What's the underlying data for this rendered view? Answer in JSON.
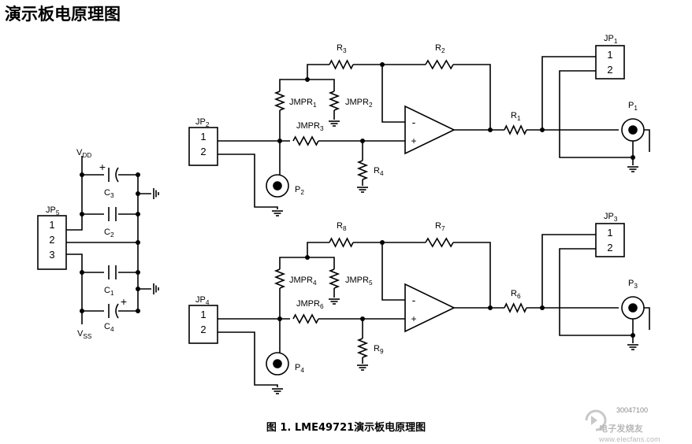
{
  "title": "演示板电原理图",
  "caption": "图 1. LME49721演示板电原理图",
  "watermark": {
    "brand": "电子发烧友",
    "site": "www.elecfans.com",
    "note": "30047100"
  },
  "power": {
    "connector": "JP5",
    "pins": [
      "1",
      "2",
      "3"
    ],
    "vdd": "VDD",
    "vss": "VSS",
    "caps": [
      "C3",
      "C2",
      "C1",
      "C4"
    ]
  },
  "channels": [
    {
      "name": "upper",
      "input_jack": "JP2",
      "input_pins": [
        "1",
        "2"
      ],
      "input_probe": "P2",
      "jumpers": [
        "JMPR1",
        "JMPR2",
        "JMPR3"
      ],
      "resistors": [
        "R3",
        "R2",
        "R4",
        "R1"
      ],
      "output_jack": "JP1",
      "output_pins": [
        "1",
        "2"
      ],
      "output_probe": "P1"
    },
    {
      "name": "lower",
      "input_jack": "JP4",
      "input_pins": [
        "1",
        "2"
      ],
      "input_probe": "P4",
      "jumpers": [
        "JMPR4",
        "JMPR5",
        "JMPR6"
      ],
      "resistors": [
        "R8",
        "R7",
        "R9",
        "R6"
      ],
      "output_jack": "JP3",
      "output_pins": [
        "1",
        "2"
      ],
      "output_probe": "P3"
    }
  ],
  "opamp_pins": {
    "inverting": "-",
    "noninverting": "+"
  }
}
